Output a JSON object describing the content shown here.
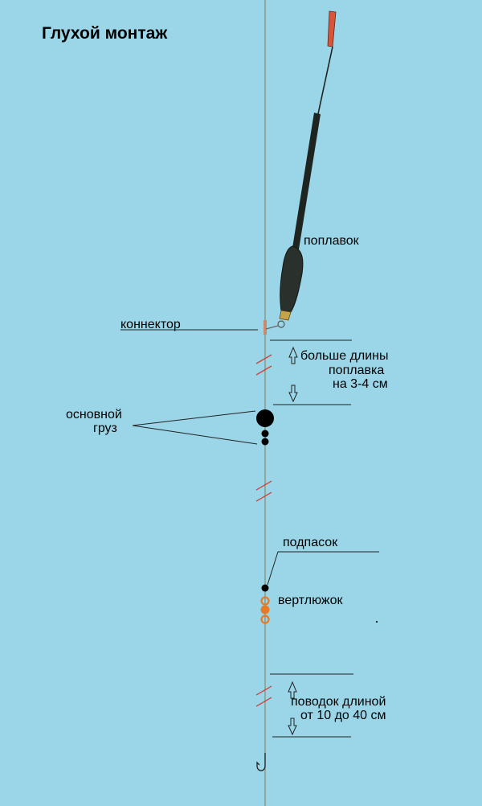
{
  "title": "Глухой монтаж",
  "labels": {
    "float": "поплавок",
    "connector": "коннектор",
    "distance_line1": "больше длины",
    "distance_line2": "поплавка",
    "distance_line3": "на 3-4 см",
    "main_weight_line1": "основной",
    "main_weight_line2": "груз",
    "sinker": "подпасок",
    "swivel": "вертлюжок",
    "leader_line1": "поводок длиной",
    "leader_line2": "от 10 до 40 см"
  },
  "colors": {
    "background": "#9bd6e8",
    "line": "#8a8a6a",
    "break_marks": "#d0413a",
    "float_body": "#1e2420",
    "float_tip": "#d8553b",
    "swivel": "#e87a26",
    "weights": "#000000"
  }
}
